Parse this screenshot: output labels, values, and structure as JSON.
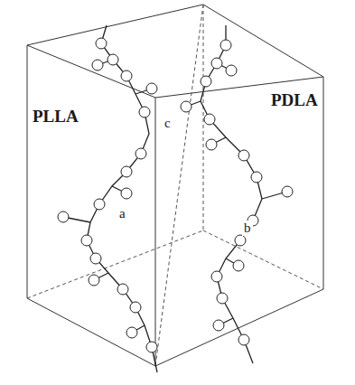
{
  "diagram": {
    "labels": [
      "PLLA",
      "PDLA",
      "a",
      "b",
      "c"
    ]
  }
}
